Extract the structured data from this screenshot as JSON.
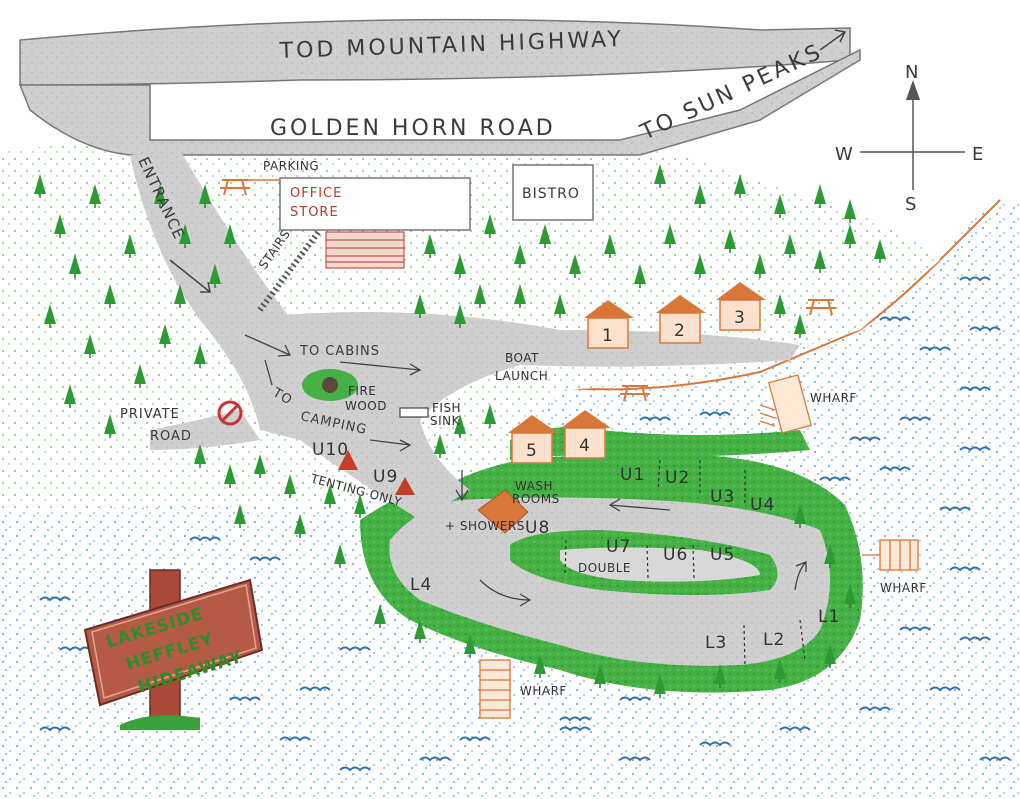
{
  "roads": {
    "highway": "TOD MOUNTAIN HIGHWAY",
    "golden_horn": "GOLDEN HORN ROAD",
    "sun_peaks": "TO SUN PEAKS",
    "entrance": "ENTRANCE",
    "private_road_line1": "PRIVATE",
    "private_road_line2": "ROAD"
  },
  "compass": {
    "n": "N",
    "s": "S",
    "e": "E",
    "w": "W"
  },
  "buildings": {
    "parking": "PARKING",
    "office": "OFFICE",
    "store": "STORE",
    "bistro": "BISTRO",
    "stairs": "STAIRS",
    "washrooms_line1": "WASH",
    "washrooms_line2": "ROOMS",
    "showers": "+ SHOWERS",
    "firewood_line1": "FIRE",
    "firewood_line2": "WOOD",
    "fish_sink_line1": "FISH",
    "fish_sink_line2": "SINK",
    "boat_launch_line1": "BOAT",
    "boat_launch_line2": "LAUNCH",
    "wharf": "WHARF"
  },
  "directions": {
    "to_cabins": "TO CABINS",
    "to": "TO",
    "camping": "CAMPING"
  },
  "cabins": [
    "1",
    "2",
    "3",
    "4",
    "5"
  ],
  "sites": {
    "u10": "U10",
    "u9": "U9",
    "tenting_only": "TENTING ONLY",
    "u1": "U1",
    "u2": "U2",
    "u3": "U3",
    "u4": "U4",
    "u5": "U5",
    "u6": "U6",
    "u7": "U7",
    "double": "DOUBLE",
    "u8": "U8",
    "l1": "L1",
    "l2": "L2",
    "l3": "L3",
    "l4": "L4"
  },
  "sign": {
    "line1": "LAKESIDE",
    "line2": "HEFFLEY",
    "line3": "HIDEAWAY"
  },
  "colors": {
    "water": "#3f8fd6",
    "forest": "#2e9a35",
    "road": "#c8c8c8",
    "cabin": "#d9773a",
    "sign": "#a9493a",
    "text_red": "#b5382a"
  }
}
